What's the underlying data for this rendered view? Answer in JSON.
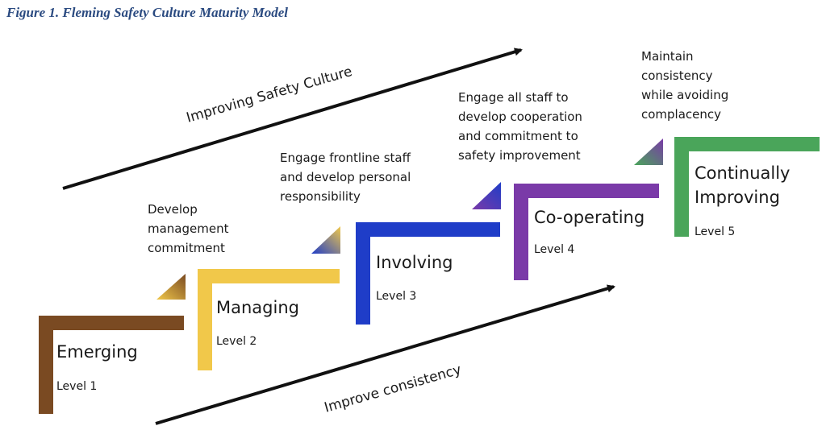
{
  "figure_title": "Figure 1. Fleming Safety Culture Maturity Model",
  "top_arrow_label": "Improving Safety Culture",
  "bottom_arrow_label": "Improve consistency",
  "steps": [
    {
      "name_lines": [
        "Emerging"
      ],
      "level": "Level 1",
      "color": "#7a4a22"
    },
    {
      "name_lines": [
        "Managing"
      ],
      "level": "Level 2",
      "color": "#f1c84a"
    },
    {
      "name_lines": [
        "Involving"
      ],
      "level": "Level 3",
      "color": "#1f3dc8"
    },
    {
      "name_lines": [
        "Co-operating"
      ],
      "level": "Level 4",
      "color": "#7a3aa8"
    },
    {
      "name_lines": [
        "Continually",
        "Improving"
      ],
      "level": "Level 5",
      "color": "#4aa55a"
    }
  ],
  "transitions": [
    {
      "lines": [
        "Develop",
        "management",
        "commitment"
      ],
      "gradient": [
        "#7a4a22",
        "#f1c84a"
      ]
    },
    {
      "lines": [
        "Engage frontline staff",
        "and develop personal",
        "responsibility"
      ],
      "gradient": [
        "#f1c84a",
        "#1f3dc8"
      ]
    },
    {
      "lines": [
        "Engage all staff to",
        "develop cooperation",
        "and commitment to",
        "safety improvement"
      ],
      "gradient": [
        "#1f3dc8",
        "#7a3aa8"
      ]
    },
    {
      "lines": [
        "Maintain",
        "consistency",
        "while avoiding",
        "complacency"
      ],
      "gradient": [
        "#7a3aa8",
        "#4aa55a"
      ]
    }
  ]
}
